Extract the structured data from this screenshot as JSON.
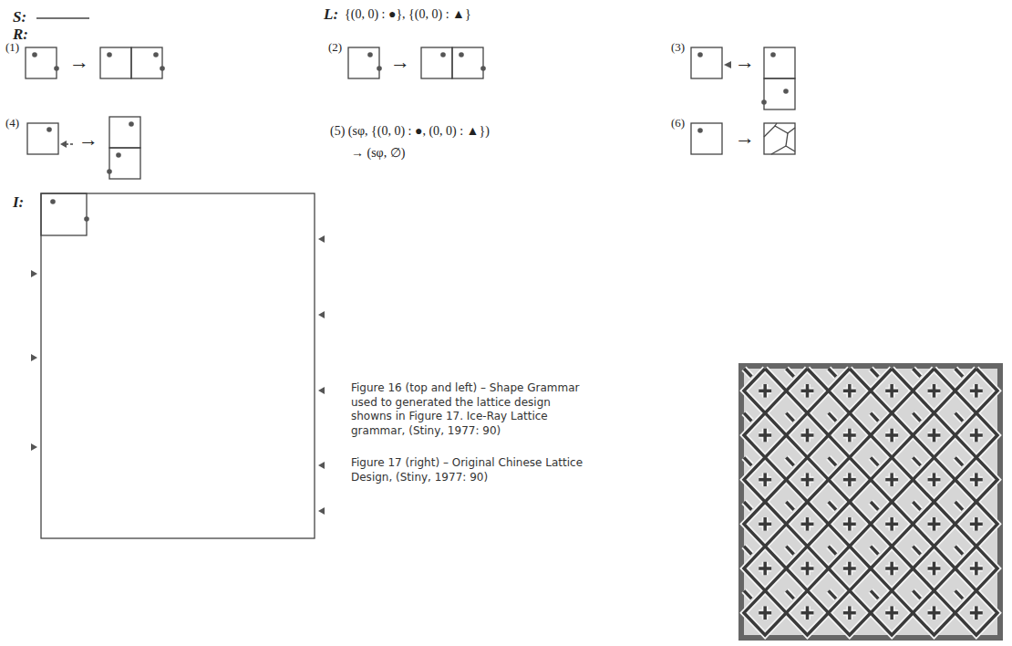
{
  "diagram": {
    "labels": [
      "S:",
      "L:",
      "{(0, 0) : ●}, {(0, 0) : ▲}",
      "R:",
      "(1)",
      "→",
      "(2)",
      "→",
      "(3)",
      "→",
      "(4)",
      "→",
      "(5) (sφ, {(0, 0) : ●, (0, 0) : ▲})",
      "→ (sφ, ∅)",
      "(6)",
      "→",
      "I:",
      "Figure 16 (top and left) – Shape Grammar used to generated the lattice design showns in Figure 17. Ice-Ray Lattice grammar, (Stiny, 1977: 90)",
      "Figure 17 (right) – Original Chinese Lattice Design, (Stiny, 1977: 90)"
    ]
  }
}
